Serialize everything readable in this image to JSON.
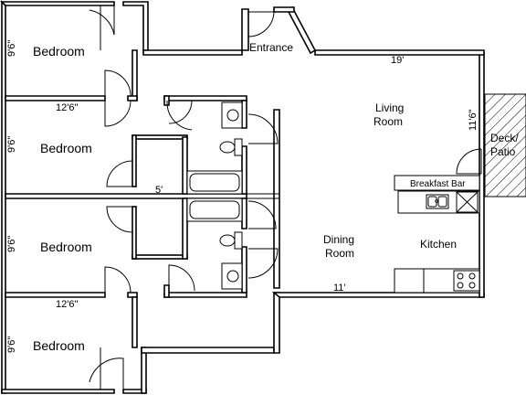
{
  "rooms": {
    "bedroom_1": "Bedroom",
    "bedroom_2": "Bedroom",
    "bedroom_3": "Bedroom",
    "bedroom_4": "Bedroom",
    "entrance": "Entrance",
    "living_line1": "Living",
    "living_line2": "Room",
    "dining_line1": "Dining",
    "dining_line2": "Room",
    "kitchen": "Kitchen",
    "deck_line1": "Deck/",
    "deck_line2": "Patio",
    "breakfast_bar": "Breakfast Bar"
  },
  "dimensions": {
    "bedroom_1_height": "9'6\"",
    "bedroom_2_height": "9'6\"",
    "bedroom_3_height": "9'6\"",
    "bedroom_4_height": "9'6\"",
    "bedroom_top_width": "12'6\"",
    "bedroom_bottom_width": "12'6\"",
    "hall_width": "5'",
    "living_width": "19'",
    "living_depth": "11'6\"",
    "dining_width": "11'"
  }
}
